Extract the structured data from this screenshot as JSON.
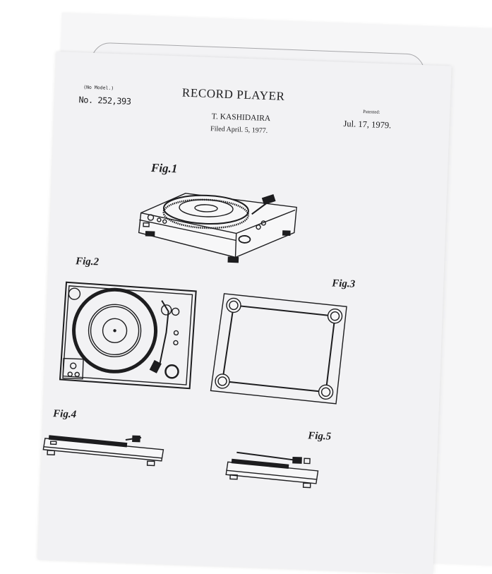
{
  "document": {
    "title": "RECORD PLAYER",
    "inventor": "T. KASHIDAIRA",
    "filed": "Filed April. 5, 1977.",
    "model_note": "(No Model.)",
    "patent_number": "No. 252,393",
    "patented_label": "Patented:",
    "patented_date": "Jul. 17, 1979."
  },
  "figures": [
    {
      "label": "Fig.1",
      "view": "turntable-perspective"
    },
    {
      "label": "Fig.2",
      "view": "turntable-top"
    },
    {
      "label": "Fig.3",
      "view": "turntable-bottom"
    },
    {
      "label": "Fig.4",
      "view": "turntable-front"
    },
    {
      "label": "Fig.5",
      "view": "turntable-side"
    }
  ],
  "colors": {
    "ink": "#1d1d1f",
    "paper": "#f2f2f4",
    "back_card": "#f6f6f7",
    "background": "#ffffff"
  }
}
